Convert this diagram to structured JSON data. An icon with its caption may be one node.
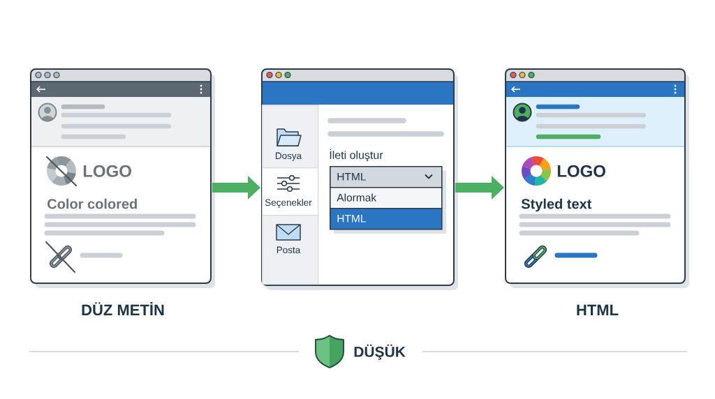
{
  "diagram": {
    "nodes": [
      {
        "text": [
          "LOGO",
          "Color colored"
        ],
        "beside": [
          "DÜZ METİN"
        ]
      },
      {
        "text": [
          "İleti oluştur"
        ]
      },
      {
        "text": [
          "Dosya"
        ],
        "in": 1
      },
      {
        "text": [
          "Seçenekler"
        ],
        "in": 1
      },
      {
        "text": [
          "Posta"
        ],
        "in": 1
      },
      {
        "text": [
          "HTML"
        ],
        "in": 1
      },
      {
        "text": [
          "Alormak"
        ],
        "in": 1
      },
      {
        "text": [
          "HTML"
        ],
        "in": 1
      },
      {
        "text": [
          "LOGO",
          "Styled text"
        ],
        "beside": [
          "HTML"
        ]
      }
    ],
    "edges": [
      {
        "from": 0,
        "to": 1,
        "arrow": "to"
      },
      {
        "from": 1,
        "to": 8,
        "arrow": "to"
      }
    ],
    "labels": [
      "DÜŞÜK"
    ]
  }
}
